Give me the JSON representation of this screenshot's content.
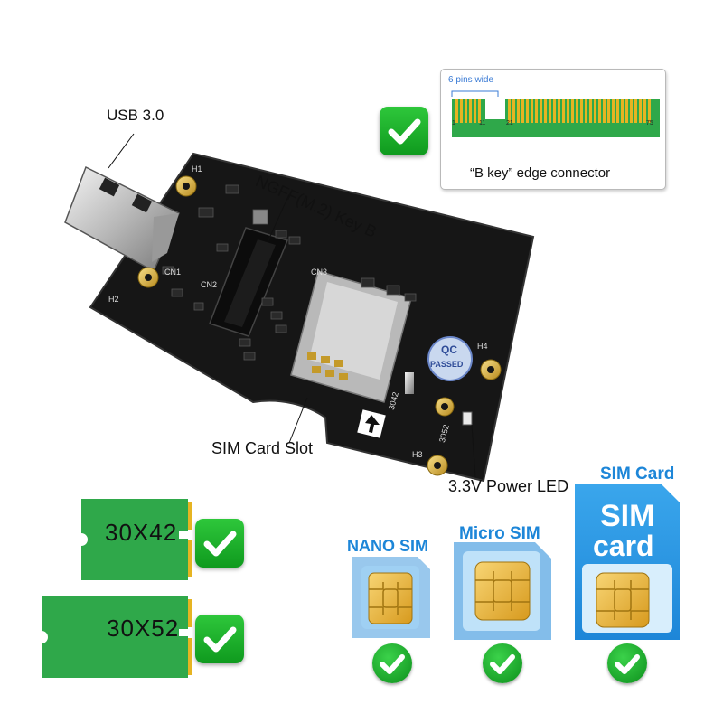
{
  "product": {
    "usb_label": "USB 3.0",
    "ngff_label": "NGFF(M.2) Key B",
    "sim_slot_label": "SIM Card Slot",
    "power_led_label": "3.3V Power LED",
    "qc_badge": {
      "line1": "QC",
      "line2": "PASSED"
    },
    "silk": {
      "h1": "H1",
      "h2": "H2",
      "h3": "H3",
      "h4": "H4",
      "cn1": "CN1",
      "cn2": "CN2",
      "cn3": "CN3",
      "size_3042": "3042",
      "size_3052": "3052"
    }
  },
  "edge_connector": {
    "pins_wide_label": "6 pins wide",
    "pin_numbers": [
      "1",
      "11",
      "21",
      "75"
    ],
    "caption": "“B key”  edge connector"
  },
  "card_sizes": [
    "30X42",
    "30X52"
  ],
  "sim_types": [
    {
      "label": "NANO SIM"
    },
    {
      "label": "Micro SIM"
    },
    {
      "label_top": "SIM Card",
      "big_line1": "SIM",
      "big_line2": "card"
    }
  ],
  "colors": {
    "check_green": "#1fb52c",
    "sim_blue": "#1d86d8",
    "m2_green": "#2fa84a",
    "gold": "#e6b422",
    "pcb_black": "#161616"
  },
  "icons": [
    "check-icon",
    "usb-plug-icon",
    "sim-chip-icon",
    "arrow-up-icon"
  ]
}
